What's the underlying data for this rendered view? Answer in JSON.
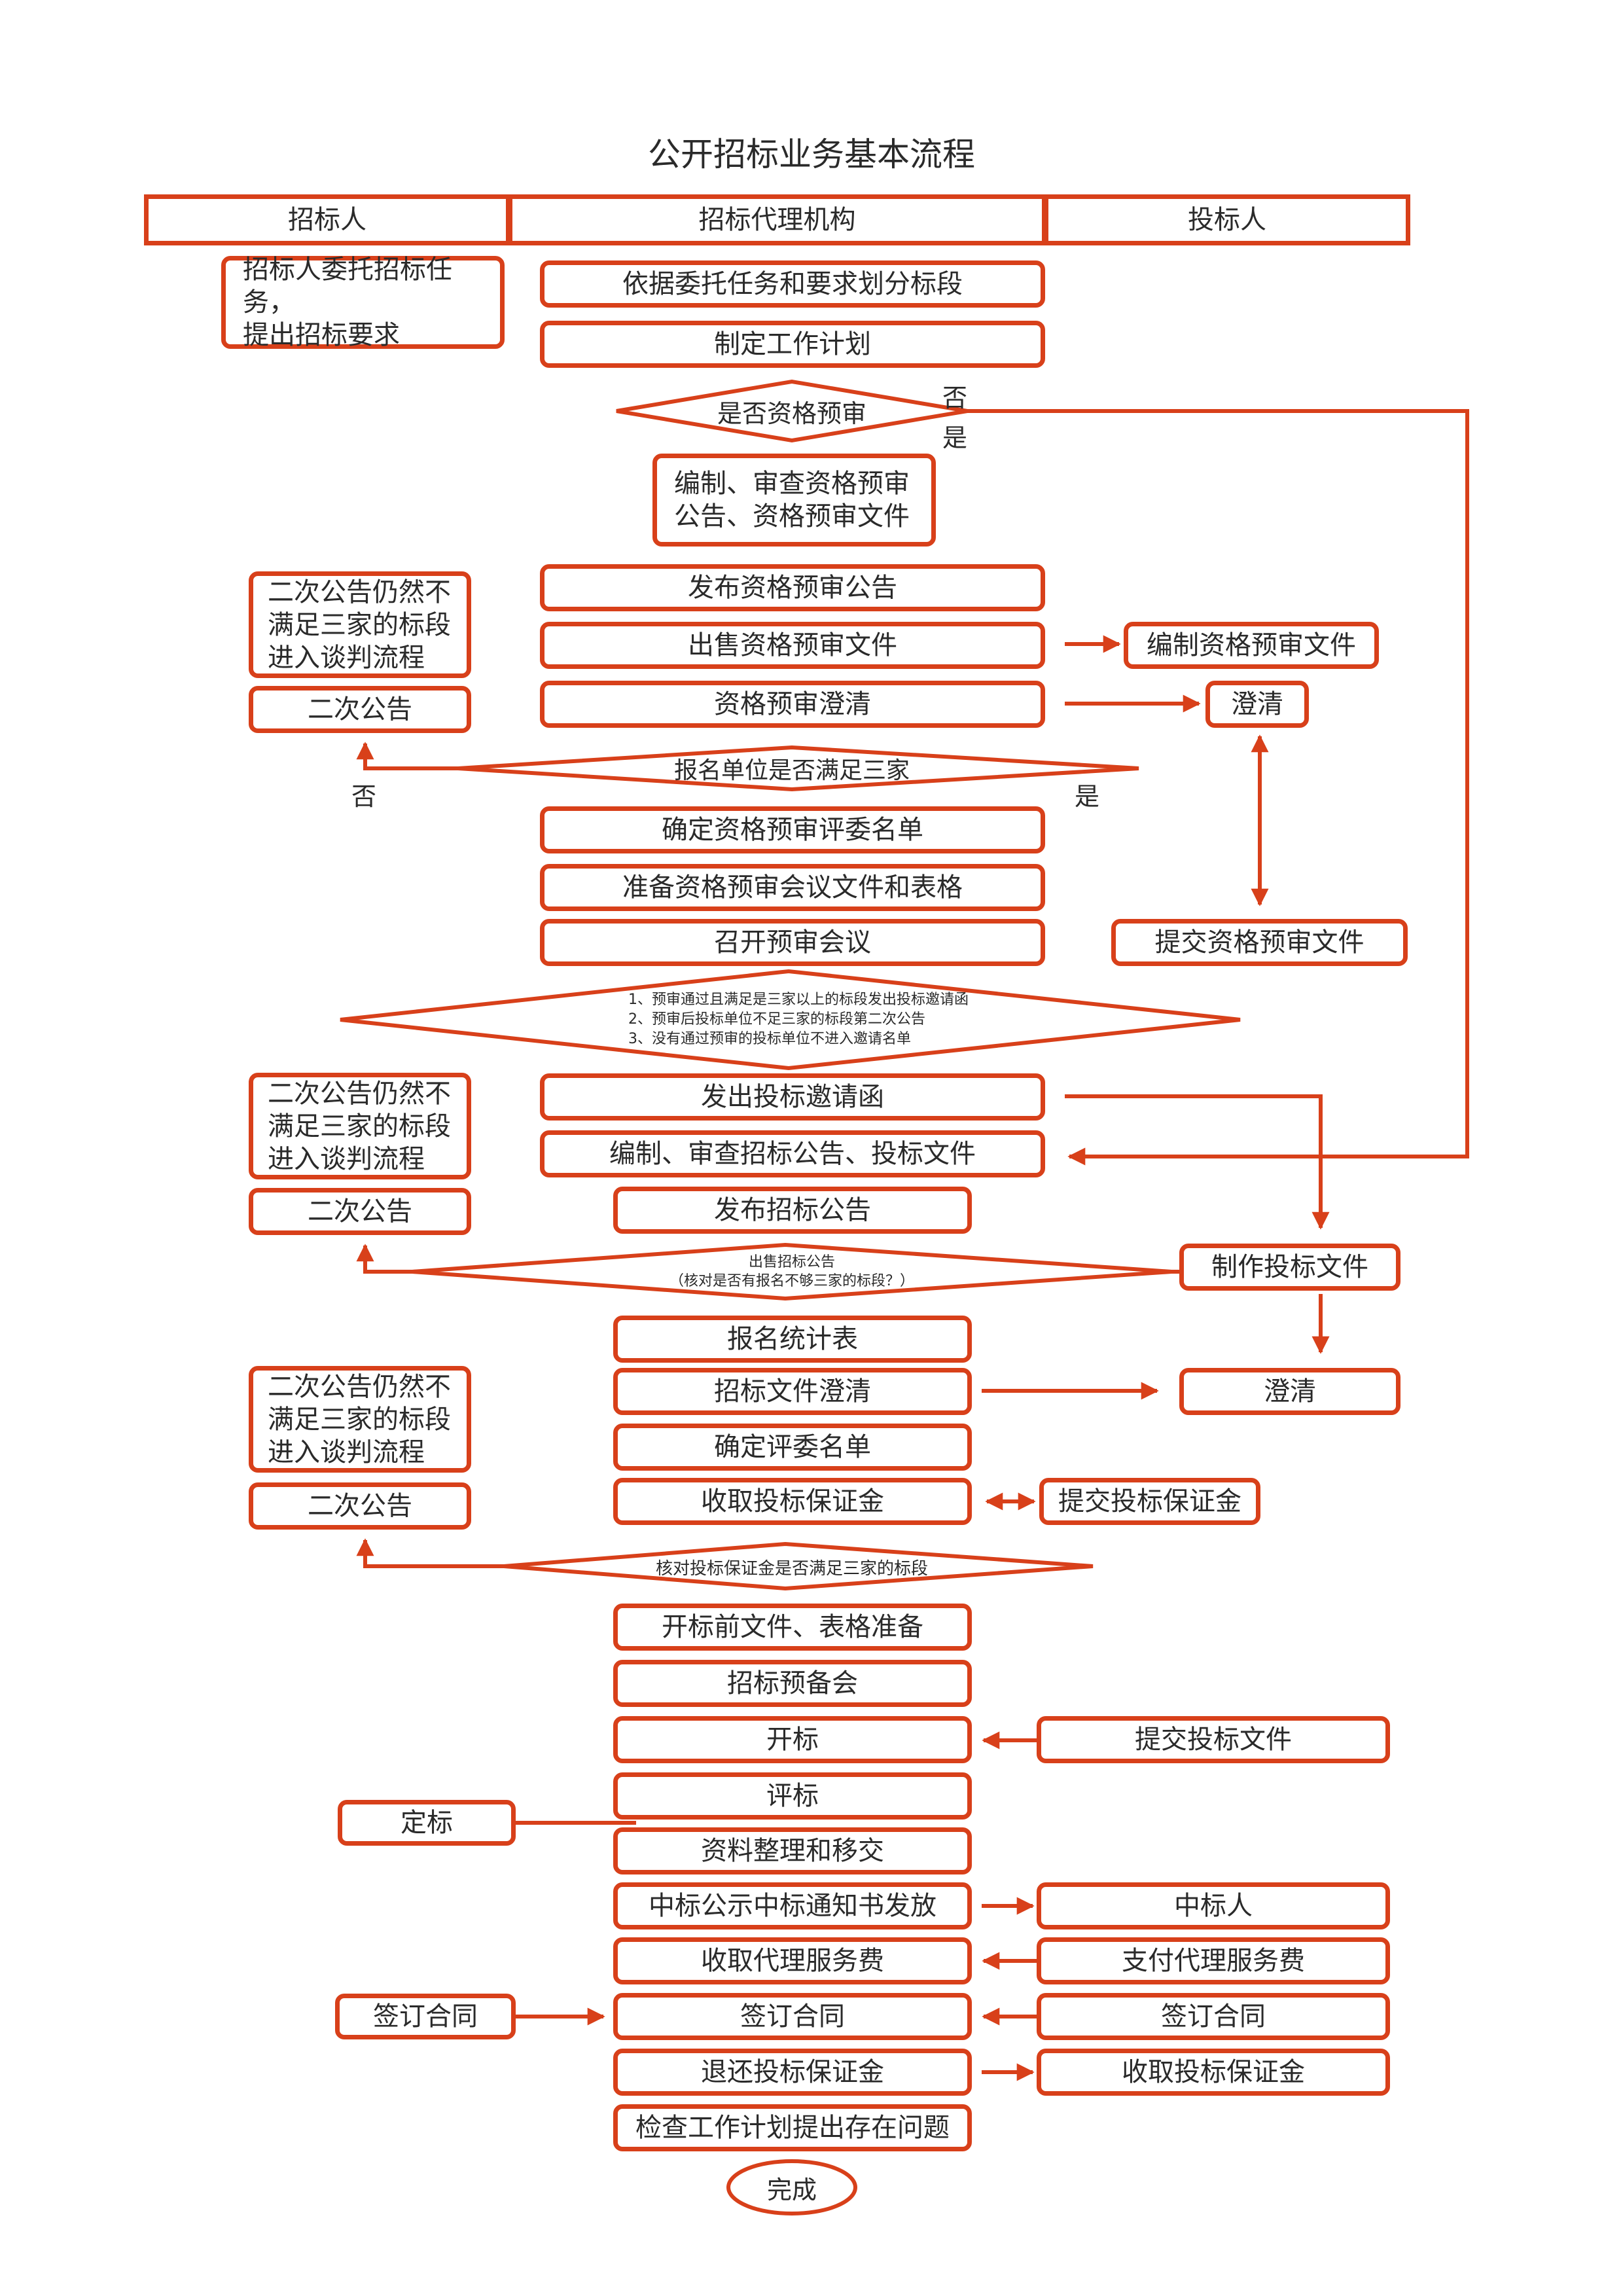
{
  "title": "公开招标业务基本流程",
  "colors": {
    "accent": "#d8401a",
    "text": "#2a2a2a",
    "background": "#ffffff"
  },
  "lanes": {
    "tenderer": "招标人",
    "agency": "招标代理机构",
    "bidder": "投标人"
  },
  "left": {
    "entrust": [
      "招标人委托招标任务，",
      "提出招标要求"
    ],
    "negotiation": [
      "二次公告仍然不",
      "满足三家的标段",
      "进入谈判流程"
    ],
    "second_notice": "二次公告",
    "award": "定标",
    "sign": "签订合同"
  },
  "center": {
    "divide": "依据委托任务和要求划分标段",
    "plan": "制定工作计划",
    "prequal_q": "是否资格预审",
    "prepare_prequal": [
      "编制、审查资格预审",
      "公告、资格预审文件"
    ],
    "publish_prequal": "发布资格预审公告",
    "sell_prequal": "出售资格预审文件",
    "clarify_prequal": "资格预审澄清",
    "three_q": "报名单位是否满足三家",
    "prequal_panel": "确定资格预审评委名单",
    "prequal_meeting_docs": "准备资格预审会议文件和表格",
    "prequal_meeting": "召开预审会议",
    "prequal_result": [
      "1、预审通过且满足是三家以上的标段发出投标邀请函",
      "2、预审后投标单位不足三家的标段第二次公告",
      "3、没有通过预审的投标单位不进入邀请名单"
    ],
    "invitation": "发出投标邀请函",
    "prepare_tender": "编制、审查招标公告、投标文件",
    "publish_tender": "发布招标公告",
    "sell_q": [
      "出售招标公告",
      "（核对是否有报名不够三家的标段？）"
    ],
    "reg_stats": "报名统计表",
    "clarify_tender": "招标文件澄清",
    "panel": "确定评委名单",
    "collect_bond": "收取投标保证金",
    "bond_q": "核对投标保证金是否满足三家的标段",
    "pre_opening": "开标前文件、表格准备",
    "pre_meeting": "招标预备会",
    "opening": "开标",
    "evaluation": "评标",
    "archive": "资料整理和移交",
    "publicity": "中标公示中标通知书发放",
    "service_fee": "收取代理服务费",
    "contract": "签订合同",
    "refund_bond": "退还投标保证金",
    "review": "检查工作计划提出存在问题",
    "done": "完成"
  },
  "right": {
    "prepare_prequal": "编制资格预审文件",
    "clarify": "澄清",
    "submit_prequal": "提交资格预审文件",
    "make_bid": "制作投标文件",
    "submit_bond": "提交投标保证金",
    "submit_bid": "提交投标文件",
    "winner": "中标人",
    "pay_fee": "支付代理服务费",
    "sign": "签订合同",
    "receive_bond": "收取投标保证金"
  },
  "labels": {
    "no": "否",
    "yes": "是"
  }
}
